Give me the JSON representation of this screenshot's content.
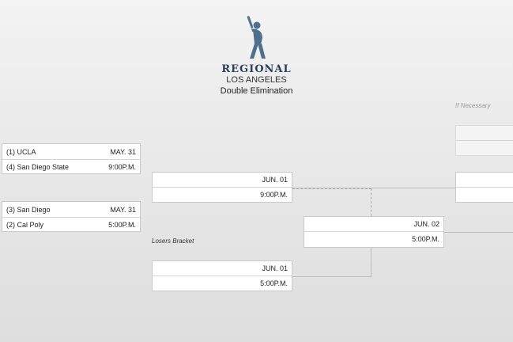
{
  "header": {
    "title": "REGIONAL",
    "location": "LOS ANGELES",
    "format": "Double Elimination",
    "logo_icon": "baseball-batter-icon"
  },
  "notes": {
    "if_necessary": "If Necessary",
    "losers_bracket": "Losers Bracket"
  },
  "colors": {
    "logo": "#4f6f8f",
    "title": "#2b3f5c"
  },
  "matchups": [
    {
      "teams": [
        {
          "seed": "(1)",
          "name": "UCLA",
          "info": "MAY. 31"
        },
        {
          "seed": "(4)",
          "name": "San Diego State",
          "info": "9:00P.M."
        }
      ]
    },
    {
      "teams": [
        {
          "seed": "(3)",
          "name": "San Diego",
          "info": "MAY. 31"
        },
        {
          "seed": "(2)",
          "name": "Cal Poly",
          "info": "5:00P.M."
        }
      ]
    }
  ],
  "games": {
    "winners_r2": {
      "date": "JUN. 01",
      "time": "9:00P.M."
    },
    "losers_r1": {
      "date": "JUN. 01",
      "time": "5:00P.M."
    },
    "elimination": {
      "date": "JUN. 02",
      "time": "5:00P.M."
    }
  }
}
